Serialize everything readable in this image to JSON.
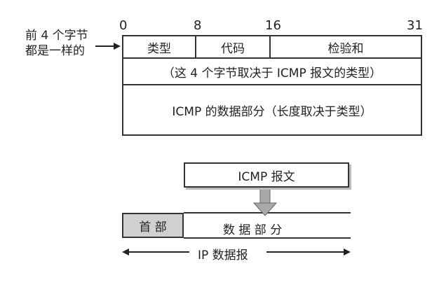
{
  "note": {
    "line1": "前 4 个字节",
    "line2": "都是一样的"
  },
  "bits": [
    "0",
    "8",
    "16",
    "31"
  ],
  "header_fields": {
    "type": "类型",
    "code": "代码",
    "checksum": "检验和"
  },
  "header_row2": "（这 4 个字节取决于 ICMP 报文的类型）",
  "data_part": "ICMP 的数据部分（长度取决于类型）",
  "icmp_message": "ICMP 报文",
  "ip_header": "首 部",
  "ip_data": "数 据 部 分",
  "ip_datagram": "IP 数据报"
}
